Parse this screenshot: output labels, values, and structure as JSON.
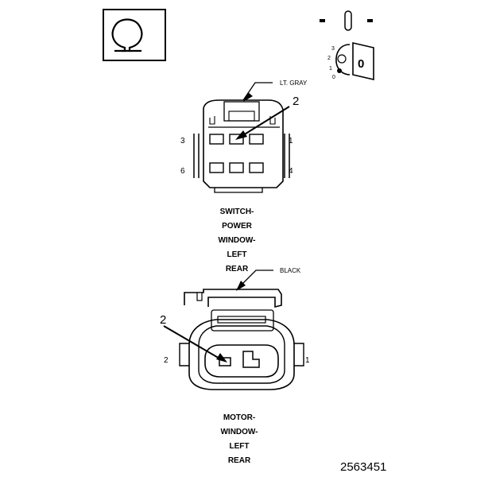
{
  "top_connector": {
    "color_label": "LT. GRAY",
    "callout": "2",
    "pins": {
      "left_top": "3",
      "right_top": "1",
      "left_bottom": "6",
      "right_bottom": "4"
    },
    "caption_lines": [
      "SWITCH-",
      "POWER",
      "WINDOW-",
      "LEFT",
      "REAR"
    ]
  },
  "bottom_connector": {
    "color_label": "BLACK",
    "callout": "2",
    "pins": {
      "left": "2",
      "right": "1"
    },
    "caption_lines": [
      "MOTOR-",
      "WINDOW-",
      "LEFT",
      "REAR"
    ]
  },
  "ignition_key": {
    "positions": [
      "3",
      "2",
      "1",
      "0"
    ],
    "key_letter": "0"
  },
  "figure_number": "2563451"
}
